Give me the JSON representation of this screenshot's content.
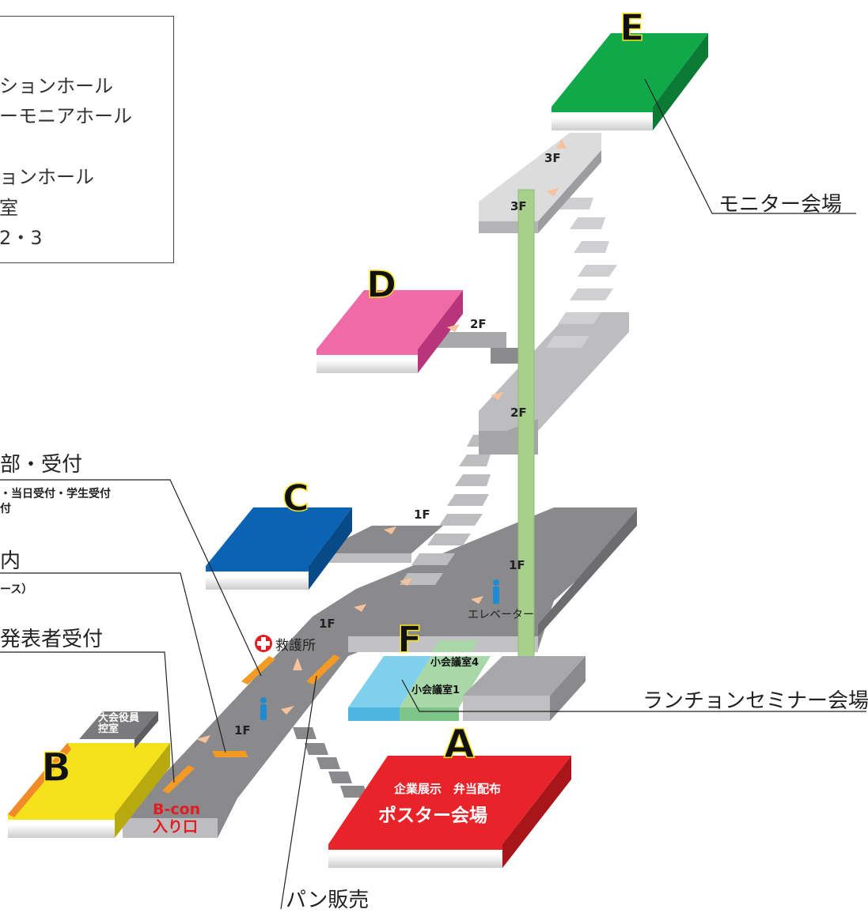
{
  "legend": {
    "lines": [
      "ションホール",
      "ーモニアホール",
      "ョンホール",
      "室",
      "2・3"
    ]
  },
  "venues": {
    "A": {
      "letter": "A",
      "color": "#e8242a",
      "line1": "企業展示　弁当配布",
      "line2": "ポスター会場"
    },
    "B": {
      "letter": "B",
      "color": "#f5e21a",
      "sign": "大会役員\n控室",
      "entrance": "B-con\n入り口"
    },
    "C": {
      "letter": "C",
      "color": "#0b63b4"
    },
    "D": {
      "letter": "D",
      "color": "#ef6aa6"
    },
    "E": {
      "letter": "E",
      "color": "#11a84a"
    },
    "F": {
      "letter": "F",
      "color": "#7fd0ec",
      "room4": "小会議室4",
      "room1": "小会議室1"
    }
  },
  "floors": {
    "f1a": "1F",
    "f1b": "1F",
    "f1c": "1F",
    "f1d": "1F",
    "f2a": "2F",
    "f2b": "2F",
    "f3a": "3F",
    "f3b": "3F"
  },
  "facilities": {
    "first_aid": "救護所",
    "elevator": "エレベーター"
  },
  "callouts": {
    "monitor": "モニター会場",
    "luncheon": "ランチョンセミナー会場",
    "honbu": "部・受付",
    "honbu_sub1": "・当日受付・学生受付",
    "honbu_sub2": "付",
    "annai": "内",
    "annai_sub": "ース）",
    "presenter": "発表者受付",
    "bread": "パン販売"
  }
}
